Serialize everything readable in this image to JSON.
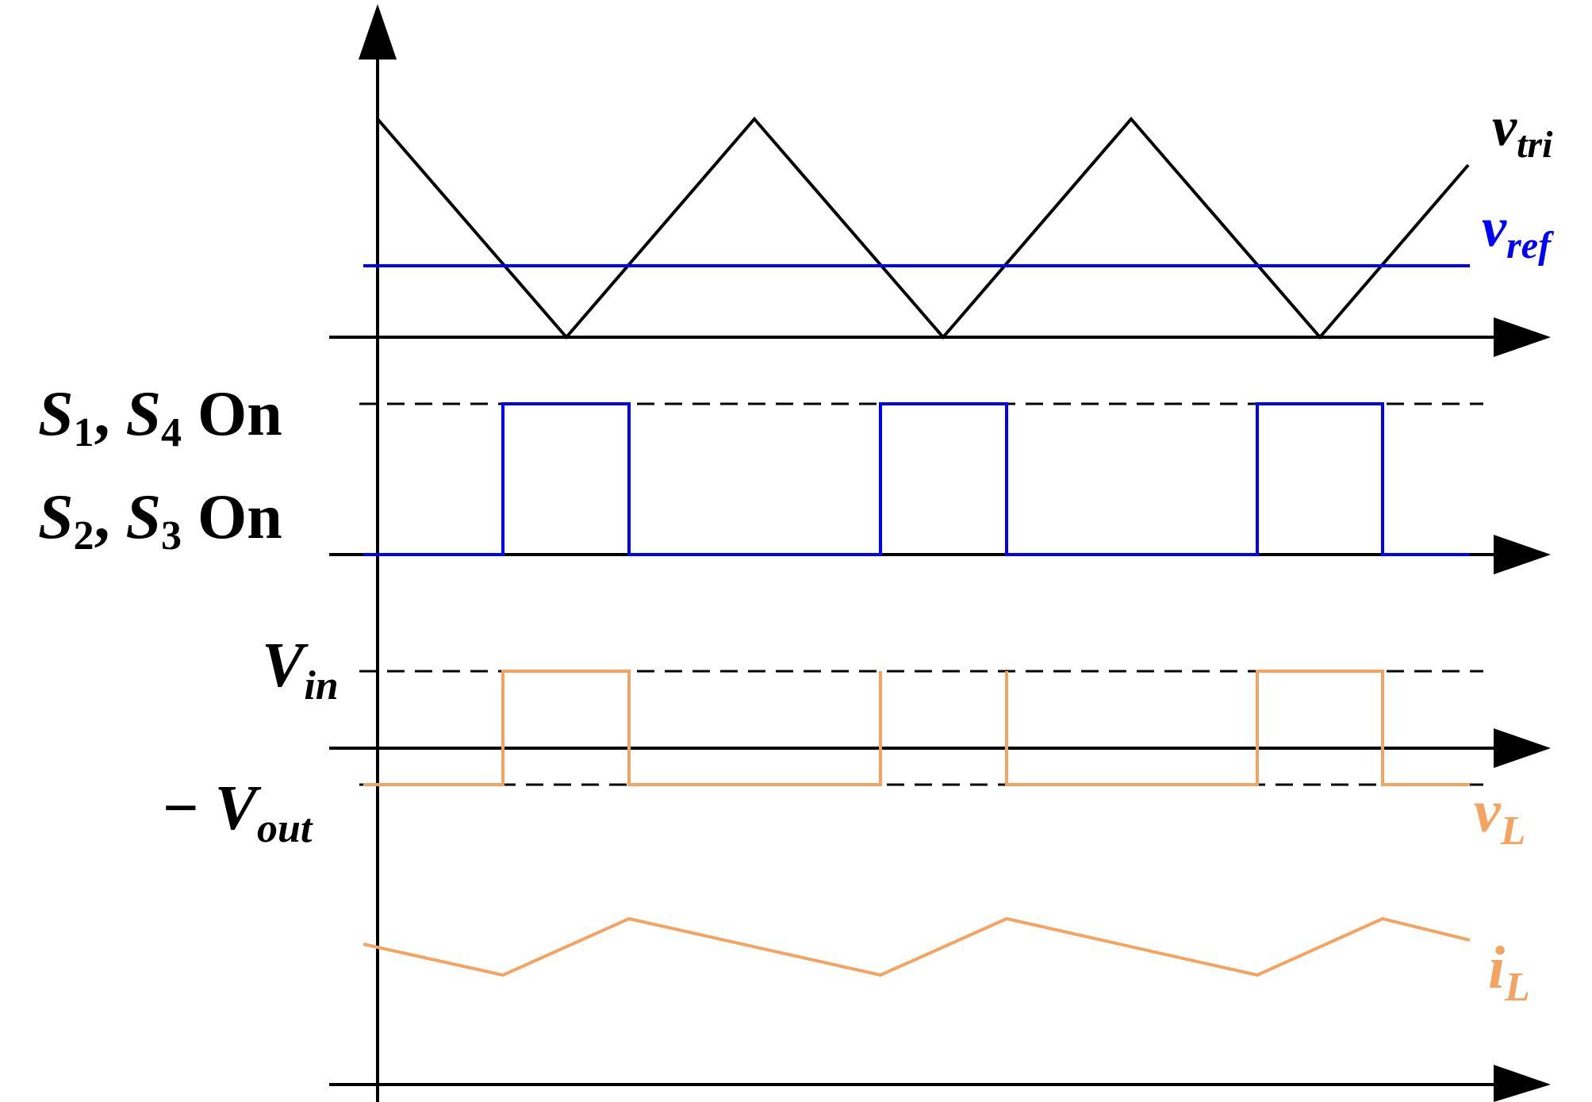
{
  "labels": {
    "vtri": {
      "main": "v",
      "sub": "tri"
    },
    "vref": {
      "main": "v",
      "sub": "ref"
    },
    "s14": {
      "a": "S",
      "a_sub": "1",
      "sep": ", ",
      "b": "S",
      "b_sub": "4",
      "tail": " On"
    },
    "s23": {
      "a": "S",
      "a_sub": "2",
      "sep": ", ",
      "b": "S",
      "b_sub": "3",
      "tail": " On"
    },
    "vin": {
      "main": "V",
      "sub": "in"
    },
    "vout": {
      "prefix": "− ",
      "main": "V",
      "sub": "out"
    },
    "vl": {
      "main": "v",
      "sub": "L"
    },
    "il": {
      "main": "i",
      "sub": "L"
    }
  },
  "colors": {
    "axis": "#000000",
    "triangle": "#000000",
    "reference": "#0000ff",
    "gate": "#0000ff",
    "inductor": "#f4a460"
  }
}
